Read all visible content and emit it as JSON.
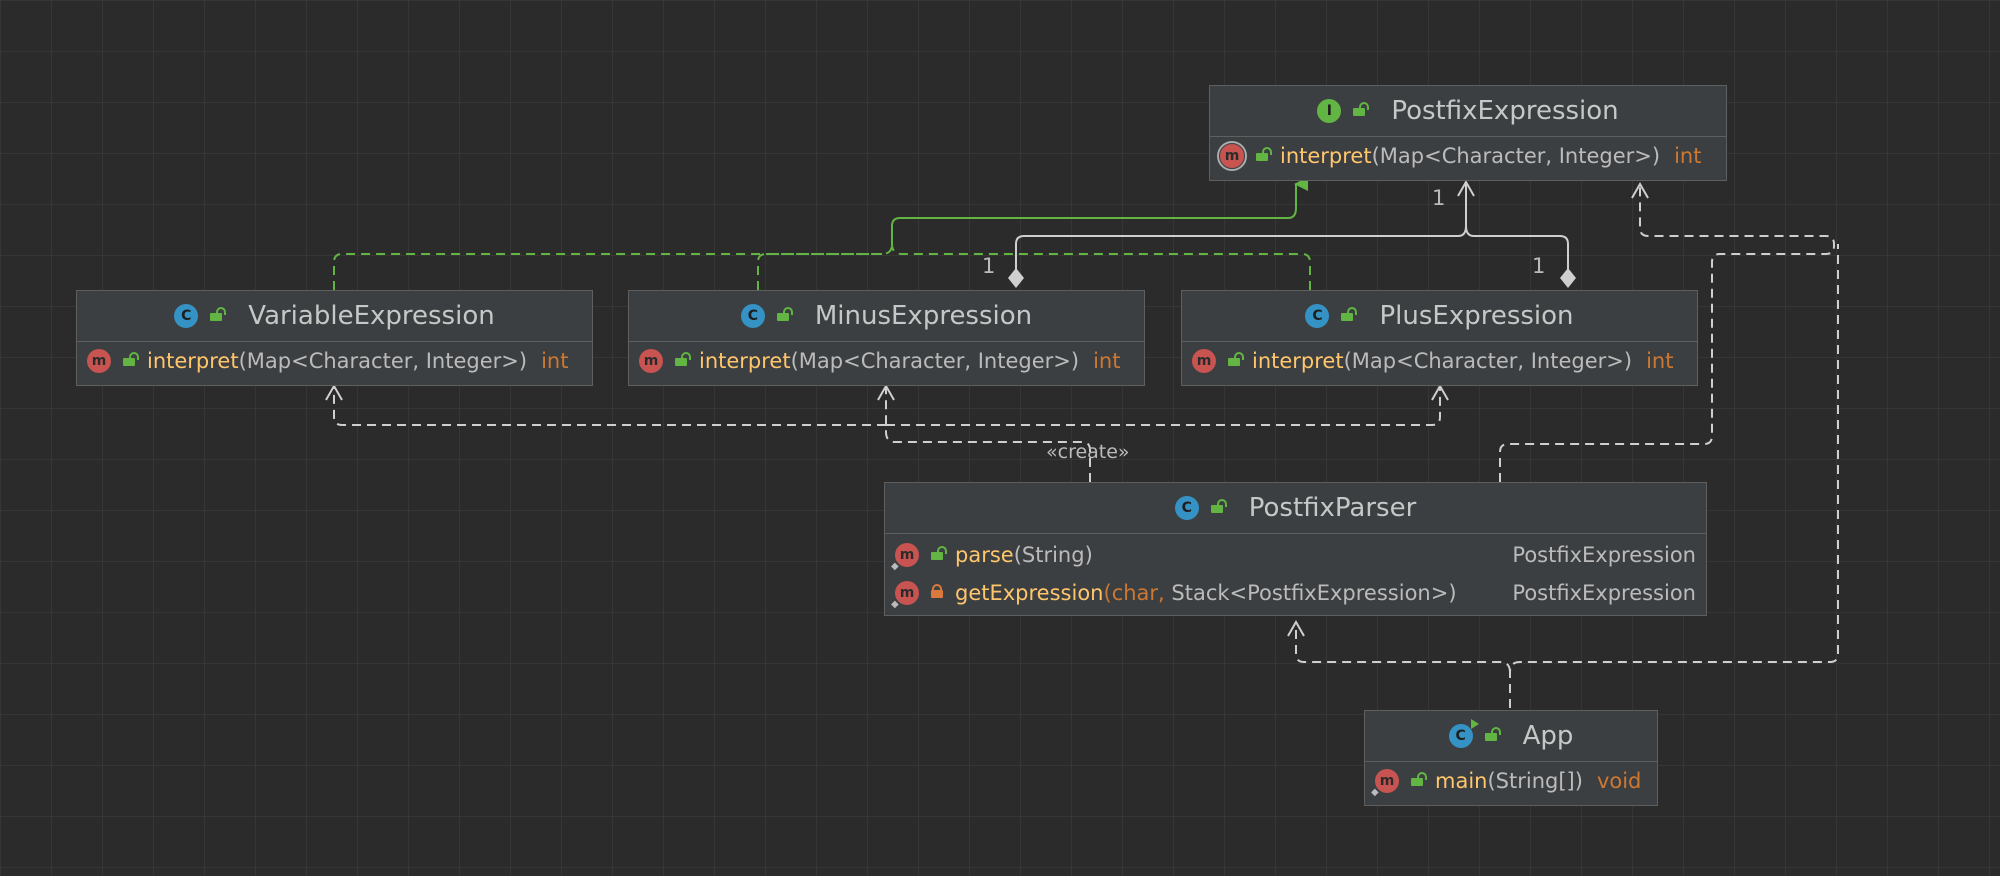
{
  "diagram": {
    "nodes": {
      "postfix_expression": {
        "kind_badge": "I",
        "title": "PostfixExpression",
        "methods": [
          {
            "name": "interpret",
            "params": "(Map<Character, Integer>)",
            "return": "int"
          }
        ]
      },
      "variable_expression": {
        "kind_badge": "C",
        "title": "VariableExpression",
        "methods": [
          {
            "name": "interpret",
            "params": "(Map<Character, Integer>)",
            "return": "int"
          }
        ]
      },
      "minus_expression": {
        "kind_badge": "C",
        "title": "MinusExpression",
        "methods": [
          {
            "name": "interpret",
            "params": "(Map<Character, Integer>)",
            "return": "int"
          }
        ]
      },
      "plus_expression": {
        "kind_badge": "C",
        "title": "PlusExpression",
        "methods": [
          {
            "name": "interpret",
            "params": "(Map<Character, Integer>)",
            "return": "int"
          }
        ]
      },
      "postfix_parser": {
        "kind_badge": "C",
        "title": "PostfixParser",
        "methods": [
          {
            "name": "parse",
            "params": "(String)",
            "return": "PostfixExpression"
          },
          {
            "name": "getExpression",
            "params_open": "(",
            "params_char": "char,",
            "params_rest": " Stack<PostfixExpression>)",
            "return": "PostfixExpression"
          }
        ]
      },
      "app": {
        "kind_badge": "C",
        "title": "App",
        "methods": [
          {
            "name": "main",
            "params": "(String[])",
            "return": "void"
          }
        ]
      }
    },
    "edge_labels": {
      "multiplicity_interface": "1",
      "multiplicity_minus": "1",
      "multiplicity_plus": "1",
      "create": "«create»"
    },
    "method_badge": "m",
    "colors": {
      "background": "#2b2b2b",
      "node_fill": "#3c3f41",
      "implements_edge": "#62b543",
      "dependency_edge": "#cfcfcf",
      "method_name": "#ffc66d",
      "return_type": "#cc7832"
    }
  }
}
